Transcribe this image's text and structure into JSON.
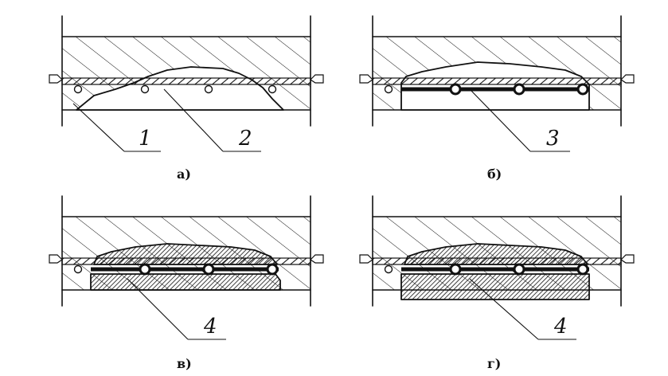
{
  "figure": {
    "panels": [
      {
        "id": "a",
        "caption": "а)",
        "callouts": [
          "1",
          "2"
        ]
      },
      {
        "id": "b",
        "caption": "б)",
        "callouts": [
          "3"
        ]
      },
      {
        "id": "v",
        "caption": "в)",
        "callouts": [
          "4"
        ]
      },
      {
        "id": "g",
        "caption": "г)",
        "callouts": [
          "4"
        ]
      }
    ]
  }
}
